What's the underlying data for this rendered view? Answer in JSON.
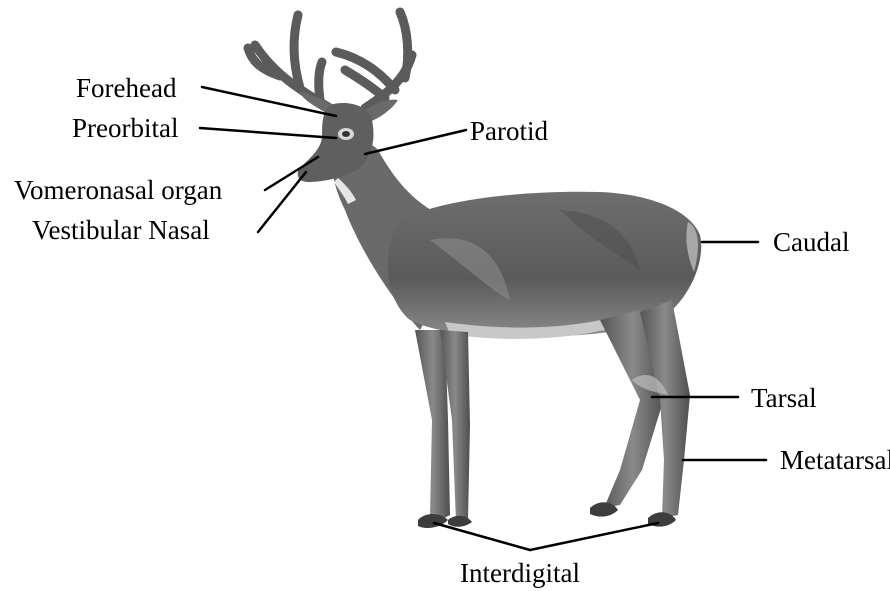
{
  "labels": {
    "forehead": "Forehead",
    "preorbital": "Preorbital",
    "vomeronasal": "Vomeronasal organ",
    "vestibular": "Vestibular Nasal",
    "parotid": "Parotid",
    "caudal": "Caudal",
    "tarsal": "Tarsal",
    "metatarsal": "Metatarsal",
    "interdigital": "Interdigital"
  },
  "colors": {
    "text": "#000000",
    "leader_line": "#000000",
    "deer_dark": "#4a4a4a",
    "deer_mid": "#7a7a7a",
    "deer_light": "#b8b8b8",
    "background": "#ffffff"
  }
}
